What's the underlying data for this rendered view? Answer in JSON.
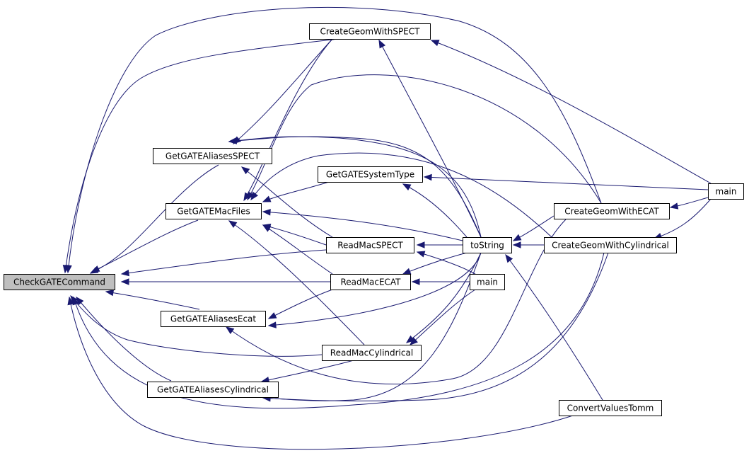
{
  "diagram": {
    "edge_color": "#191970",
    "highlight_fill": "#bfbfbf",
    "node_fill": "#ffffff",
    "nodes": [
      {
        "id": "checkgate",
        "label": "CheckGATECommand",
        "highlighted": true
      },
      {
        "id": "geom_spect",
        "label": "CreateGeomWithSPECT",
        "highlighted": false
      },
      {
        "id": "alias_spect",
        "label": "GetGATEAliasesSPECT",
        "highlighted": false
      },
      {
        "id": "systemtype",
        "label": "GetGATESystemType",
        "highlighted": false
      },
      {
        "id": "macfiles",
        "label": "GetGATEMacFiles",
        "highlighted": false
      },
      {
        "id": "read_spect",
        "label": "ReadMacSPECT",
        "highlighted": false
      },
      {
        "id": "read_ecat",
        "label": "ReadMacECAT",
        "highlighted": false
      },
      {
        "id": "alias_ecat",
        "label": "GetGATEAliasesEcat",
        "highlighted": false
      },
      {
        "id": "read_cyl",
        "label": "ReadMacCylindrical",
        "highlighted": false
      },
      {
        "id": "alias_cyl",
        "label": "GetGATEAliasesCylindrical",
        "highlighted": false
      },
      {
        "id": "tostring",
        "label": "toString",
        "highlighted": false
      },
      {
        "id": "main_mid",
        "label": "main",
        "highlighted": false
      },
      {
        "id": "geom_ecat",
        "label": "CreateGeomWithECAT",
        "highlighted": false
      },
      {
        "id": "geom_cyl",
        "label": "CreateGeomWithCylindrical",
        "highlighted": false
      },
      {
        "id": "convert",
        "label": "ConvertValuesTomm",
        "highlighted": false
      },
      {
        "id": "main_right",
        "label": "main",
        "highlighted": false
      }
    ],
    "edges": [
      {
        "from": "alias_spect",
        "to": "checkgate"
      },
      {
        "from": "macfiles",
        "to": "checkgate"
      },
      {
        "from": "read_spect",
        "to": "checkgate"
      },
      {
        "from": "read_ecat",
        "to": "checkgate"
      },
      {
        "from": "alias_ecat",
        "to": "checkgate"
      },
      {
        "from": "read_cyl",
        "to": "checkgate"
      },
      {
        "from": "alias_cyl",
        "to": "checkgate"
      },
      {
        "from": "geom_spect",
        "to": "checkgate"
      },
      {
        "from": "geom_ecat",
        "to": "checkgate"
      },
      {
        "from": "geom_cyl",
        "to": "checkgate"
      },
      {
        "from": "convert",
        "to": "checkgate"
      },
      {
        "from": "tostring",
        "to": "checkgate"
      },
      {
        "from": "read_spect",
        "to": "alias_spect"
      },
      {
        "from": "geom_spect",
        "to": "alias_spect"
      },
      {
        "from": "tostring",
        "to": "alias_spect"
      },
      {
        "from": "systemtype",
        "to": "macfiles"
      },
      {
        "from": "geom_spect",
        "to": "macfiles"
      },
      {
        "from": "read_spect",
        "to": "macfiles"
      },
      {
        "from": "read_ecat",
        "to": "macfiles"
      },
      {
        "from": "read_cyl",
        "to": "macfiles"
      },
      {
        "from": "tostring",
        "to": "macfiles"
      },
      {
        "from": "geom_ecat",
        "to": "macfiles"
      },
      {
        "from": "geom_cyl",
        "to": "macfiles"
      },
      {
        "from": "tostring",
        "to": "geom_spect"
      },
      {
        "from": "main_right",
        "to": "geom_spect"
      },
      {
        "from": "tostring",
        "to": "systemtype"
      },
      {
        "from": "main_right",
        "to": "systemtype"
      },
      {
        "from": "tostring",
        "to": "read_spect"
      },
      {
        "from": "main_mid",
        "to": "read_spect"
      },
      {
        "from": "tostring",
        "to": "read_ecat"
      },
      {
        "from": "main_mid",
        "to": "read_ecat"
      },
      {
        "from": "read_ecat",
        "to": "alias_ecat"
      },
      {
        "from": "tostring",
        "to": "alias_ecat"
      },
      {
        "from": "geom_ecat",
        "to": "alias_ecat"
      },
      {
        "from": "tostring",
        "to": "read_cyl"
      },
      {
        "from": "main_mid",
        "to": "read_cyl"
      },
      {
        "from": "read_cyl",
        "to": "alias_cyl"
      },
      {
        "from": "tostring",
        "to": "alias_cyl"
      },
      {
        "from": "geom_cyl",
        "to": "alias_cyl"
      },
      {
        "from": "geom_ecat",
        "to": "tostring"
      },
      {
        "from": "geom_cyl",
        "to": "tostring"
      },
      {
        "from": "convert",
        "to": "tostring"
      },
      {
        "from": "main_right",
        "to": "geom_ecat"
      },
      {
        "from": "main_right",
        "to": "geom_cyl"
      }
    ]
  }
}
